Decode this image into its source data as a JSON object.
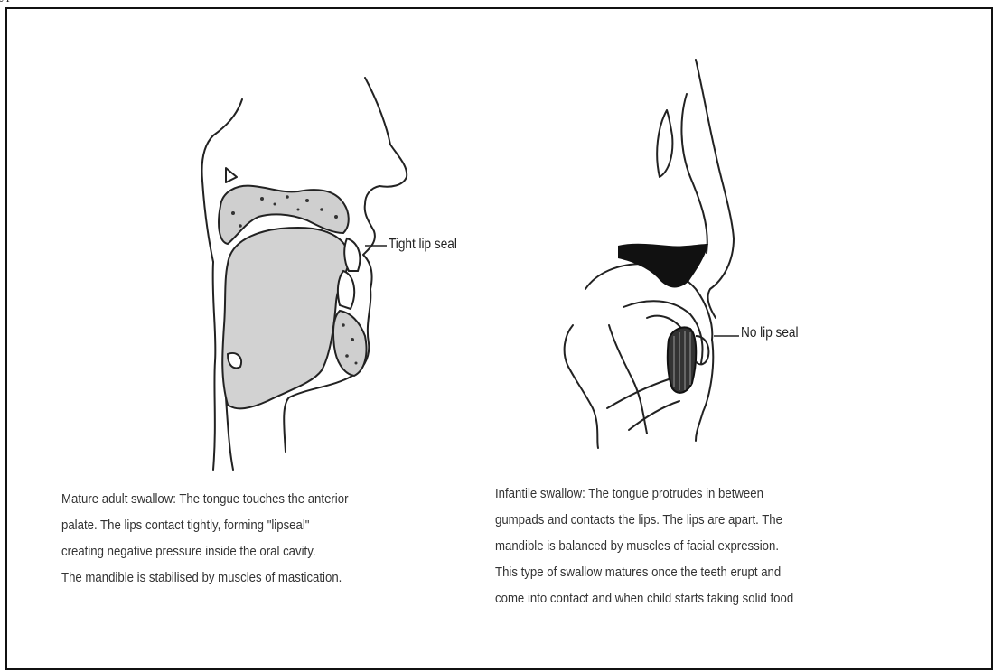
{
  "edge_text": "yp",
  "left_figure": {
    "label": "Tight lip seal",
    "caption_lines": [
      "Mature adult swallow: The tongue touches the anterior",
      "palate. The lips contact  tightly, forming \"lipseal\"",
      "creating negative pressure inside the oral cavity.",
      "The mandible is stabilised by muscles of mastication."
    ]
  },
  "right_figure": {
    "label": "No lip seal",
    "caption_lines": [
      "Infantile swallow: The tongue protrudes in between",
      "gumpads and contacts the lips. The lips are apart. The",
      "mandible is balanced by muscles of facial expression.",
      "This type of swallow matures once the teeth erupt and",
      "come into contact and when  child starts taking solid food"
    ]
  }
}
